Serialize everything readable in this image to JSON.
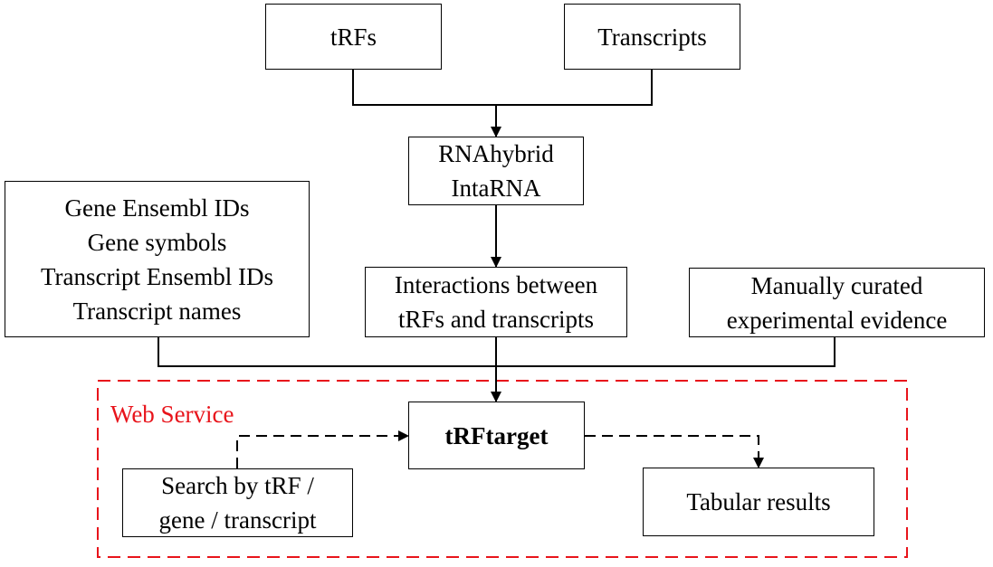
{
  "nodes": {
    "trfs": [
      "tRFs"
    ],
    "transcripts": [
      "Transcripts"
    ],
    "tools": [
      "RNAhybrid",
      "IntaRNA"
    ],
    "ids": [
      "Gene Ensembl IDs",
      "Gene symbols",
      "Transcript Ensembl IDs",
      "Transcript names"
    ],
    "interactions": [
      "Interactions between",
      "tRFs and transcripts"
    ],
    "evidence": [
      "Manually curated",
      "experimental evidence"
    ],
    "target": [
      "tRFtarget"
    ],
    "search": [
      "Search by tRF /",
      "gene / transcript"
    ],
    "results": [
      "Tabular results"
    ]
  },
  "group": {
    "label": "Web Service",
    "color": "#e8141b"
  },
  "colors": {
    "line": "#000000",
    "group_border": "#e8141b"
  }
}
